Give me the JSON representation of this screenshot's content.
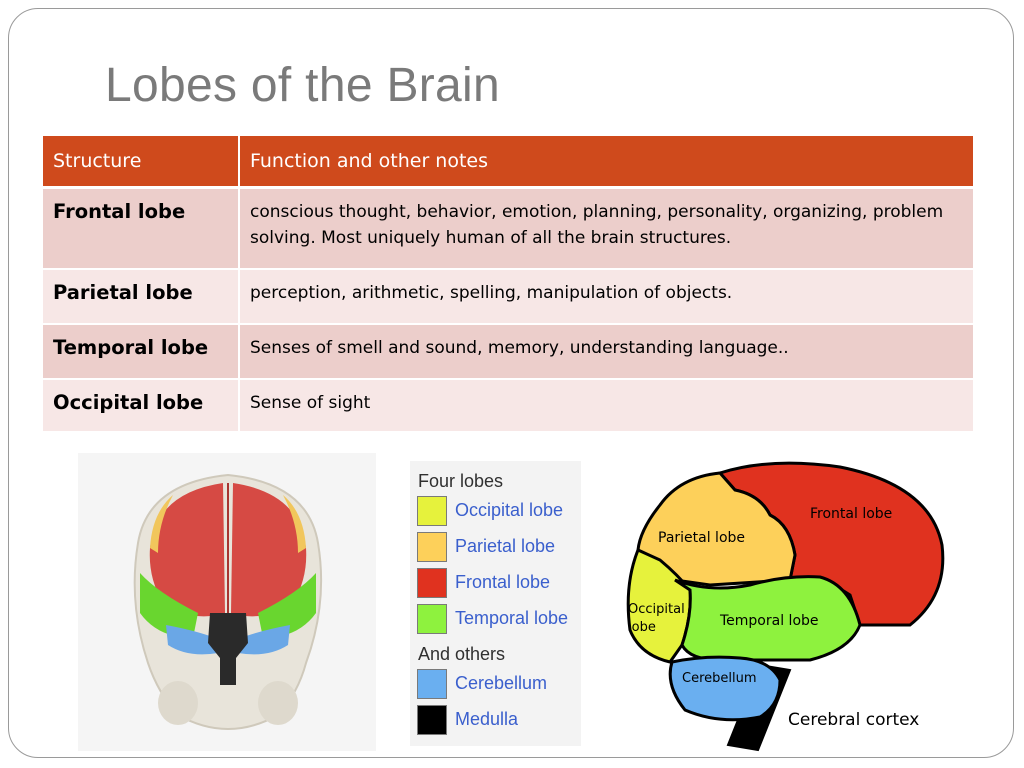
{
  "slide": {
    "title": "Lobes of the Brain"
  },
  "table": {
    "headers": [
      "Structure",
      "Function and other notes"
    ],
    "rows": [
      {
        "structure": "Frontal lobe",
        "notes": "conscious thought, behavior, emotion, planning, personality, organizing, problem solving. Most uniquely human of all the brain structures."
      },
      {
        "structure": "Parietal lobe",
        "notes": "perception, arithmetic, spelling,  manipulation of objects."
      },
      {
        "structure": "Temporal lobe",
        "notes": "Senses of smell and sound, memory, understanding language.."
      },
      {
        "structure": "Occipital lobe",
        "notes": "Sense of sight"
      }
    ]
  },
  "legend": {
    "heading1": "Four lobes",
    "heading2": "And others",
    "items": [
      {
        "label": "Occipital lobe",
        "color": "#e6f23c"
      },
      {
        "label": "Parietal lobe",
        "color": "#fdd05a"
      },
      {
        "label": "Frontal lobe",
        "color": "#e0321f"
      },
      {
        "label": "Temporal lobe",
        "color": "#8ef23e"
      },
      {
        "label": "Cerebellum",
        "color": "#6aaff0"
      },
      {
        "label": "Medulla",
        "color": "#000000"
      }
    ]
  },
  "diagram": {
    "labels": {
      "frontal": "Frontal lobe",
      "parietal": "Parietal lobe",
      "occipital1": "Occipital",
      "occipital2": "lobe",
      "temporal": "Temporal lobe",
      "cerebellum": "Cerebellum",
      "caption": "Cerebral cortex"
    }
  },
  "colors": {
    "header": "#cf4a1c",
    "row_odd": "#eccecb",
    "row_even": "#f7e7e6",
    "title": "#7a7a7a",
    "legend_link": "#3a5fcd"
  }
}
